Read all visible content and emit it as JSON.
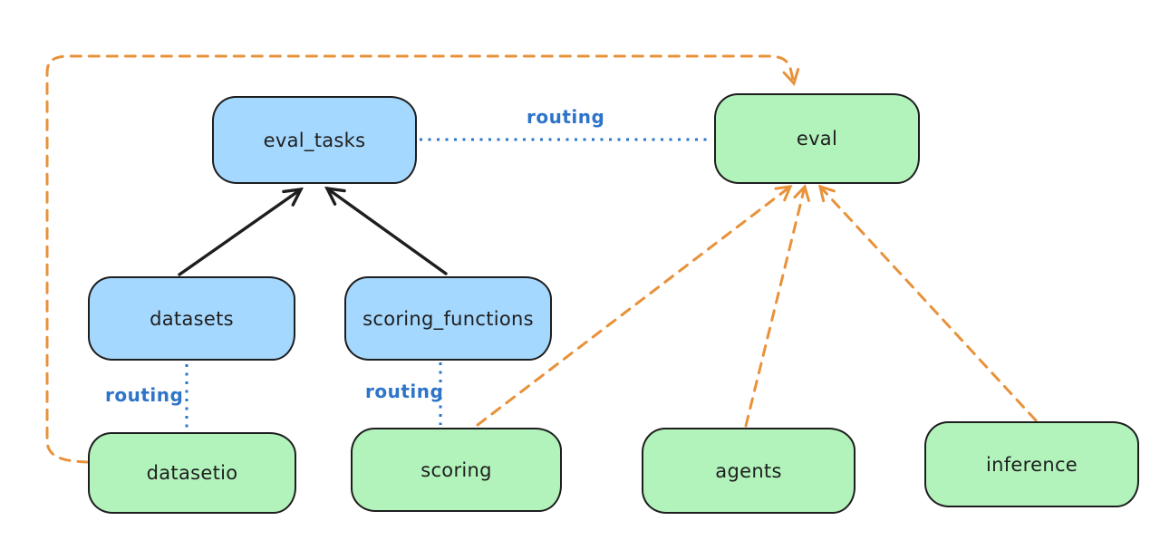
{
  "diagram": {
    "background": "#ffffff",
    "palette": {
      "blue_node_fill": "#a5d8ff",
      "green_node_fill": "#b2f2bb",
      "node_stroke": "#1e1e1e",
      "node_label_text": "#1e1e1e",
      "routing_blue": "#2e74c8",
      "provider_orange": "#e8923a",
      "dependency_black": "#1e1e1e"
    },
    "nodes": [
      {
        "id": "eval_tasks",
        "label": "eval_tasks",
        "color": "blue"
      },
      {
        "id": "eval",
        "label": "eval",
        "color": "green"
      },
      {
        "id": "datasets",
        "label": "datasets",
        "color": "blue"
      },
      {
        "id": "scoring_functions",
        "label": "scoring_functions",
        "color": "blue"
      },
      {
        "id": "datasetio",
        "label": "datasetio",
        "color": "green"
      },
      {
        "id": "scoring",
        "label": "scoring",
        "color": "green"
      },
      {
        "id": "agents",
        "label": "agents",
        "color": "green"
      },
      {
        "id": "inference",
        "label": "inference",
        "color": "green"
      }
    ],
    "edge_labels": [
      {
        "text": "routing",
        "between": "eval_tasks and eval"
      },
      {
        "text": "routing",
        "between": "datasets and datasetio"
      },
      {
        "text": "routing",
        "between": "scoring_functions and scoring"
      }
    ],
    "edges": [
      {
        "from": "datasets",
        "to": "eval_tasks",
        "style": "solid-black-arrow"
      },
      {
        "from": "scoring_functions",
        "to": "eval_tasks",
        "style": "solid-black-arrow"
      },
      {
        "from": "eval_tasks",
        "to": "eval",
        "style": "dotted-blue",
        "label": "routing"
      },
      {
        "from": "datasets",
        "to": "datasetio",
        "style": "dotted-blue",
        "label": "routing"
      },
      {
        "from": "scoring_functions",
        "to": "scoring",
        "style": "dotted-blue",
        "label": "routing"
      },
      {
        "from": "datasetio",
        "to": "eval",
        "style": "dashed-orange-arrow"
      },
      {
        "from": "scoring",
        "to": "eval",
        "style": "dashed-orange-arrow"
      },
      {
        "from": "agents",
        "to": "eval",
        "style": "dashed-orange-arrow"
      },
      {
        "from": "inference",
        "to": "eval",
        "style": "dashed-orange-arrow"
      }
    ]
  }
}
